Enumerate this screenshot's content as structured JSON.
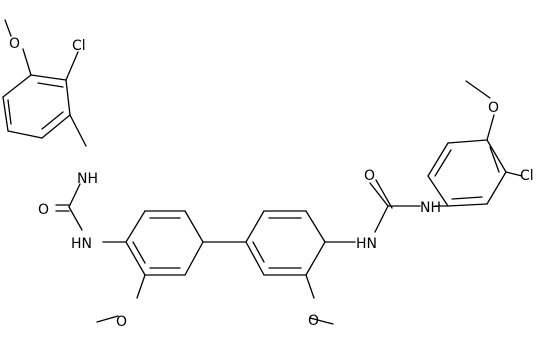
{
  "molecule": {
    "labels": {
      "nh_upper_left": "NH",
      "o_carbonyl_left": "O",
      "hn_left": "HN",
      "o_methoxy_biphenyl_left": "O",
      "cl_upper_left": "Cl",
      "o_methoxy_upper_left": "O",
      "nh_right_aryl": "NH",
      "o_carbonyl_right": "O",
      "hn_right": "HN",
      "o_methoxy_biphenyl_right": "O",
      "cl_right": "Cl",
      "o_methoxy_right": "O"
    },
    "colors": {
      "bond": "#000000",
      "text": "#000000",
      "background": "#ffffff"
    }
  }
}
